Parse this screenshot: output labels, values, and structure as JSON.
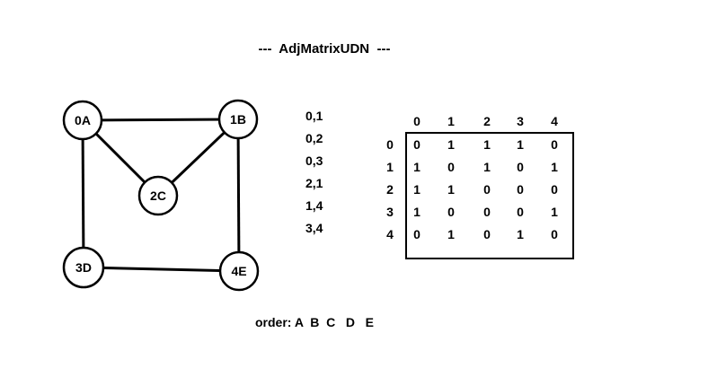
{
  "title": "---  AdjMatrixUDN  ---",
  "graph": {
    "nodes": [
      {
        "id": "0A",
        "label": "0A"
      },
      {
        "id": "1B",
        "label": "1B"
      },
      {
        "id": "2C",
        "label": "2C"
      },
      {
        "id": "3D",
        "label": "3D"
      },
      {
        "id": "4E",
        "label": "4E"
      }
    ],
    "edges": [
      {
        "from": "0A",
        "to": "1B"
      },
      {
        "from": "0A",
        "to": "2C"
      },
      {
        "from": "0A",
        "to": "3D"
      },
      {
        "from": "2C",
        "to": "1B"
      },
      {
        "from": "1B",
        "to": "4E"
      },
      {
        "from": "3D",
        "to": "4E"
      }
    ]
  },
  "edge_list": [
    "0,1",
    "0,2",
    "0,3",
    "2,1",
    "1,4",
    "3,4"
  ],
  "matrix": {
    "col_headers": [
      "0",
      "1",
      "2",
      "3",
      "4"
    ],
    "row_headers": [
      "0",
      "1",
      "2",
      "3",
      "4"
    ],
    "rows": [
      [
        "0",
        "1",
        "1",
        "1",
        "0"
      ],
      [
        "1",
        "0",
        "1",
        "0",
        "1"
      ],
      [
        "1",
        "1",
        "0",
        "0",
        "0"
      ],
      [
        "1",
        "0",
        "0",
        "0",
        "1"
      ],
      [
        "0",
        "1",
        "0",
        "1",
        "0"
      ]
    ]
  },
  "order_text": "order: A  B  C   D   E"
}
